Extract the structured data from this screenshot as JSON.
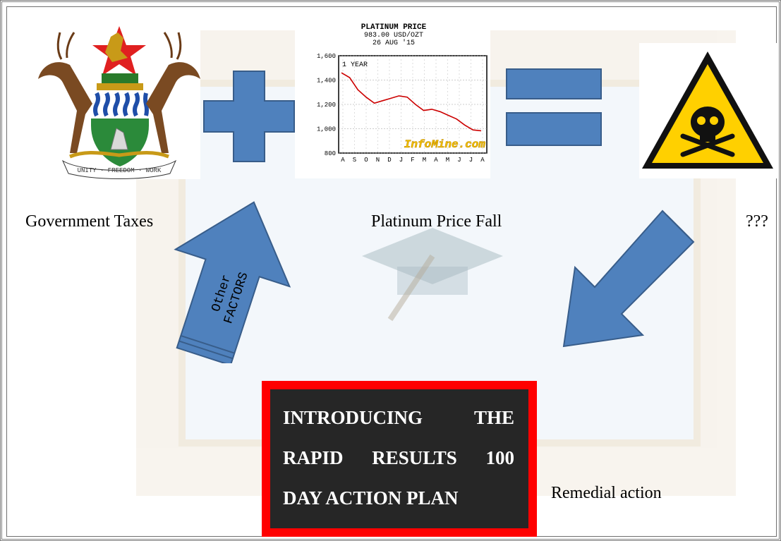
{
  "labels": {
    "taxes": "Government Taxes",
    "price_fall": "Platinum Price Fall",
    "unknown": "???",
    "remedial": "Remedial action"
  },
  "arrow_text": {
    "line1": "Other",
    "line2": "FACTORS"
  },
  "emblem": {
    "motto": "UNITY · FREEDOM · WORK"
  },
  "callout": {
    "line1": "INTRODUCING THE",
    "line2": "RAPID RESULTS 100",
    "line3": "DAY ACTION PLAN",
    "border_color": "#ff0000",
    "background_color": "#262626"
  },
  "colors": {
    "arrow_fill": "#4f81bd",
    "arrow_stroke": "#385d8a",
    "hazard": "#ffd000",
    "chart_line": "#cc0000"
  },
  "icons": [
    "coat-of-arms-icon",
    "plus-icon",
    "equals-icon",
    "skull-hazard-icon",
    "arrow-up-icon",
    "arrow-down-left-icon"
  ],
  "chart_data": {
    "type": "line",
    "title": "PLATINUM PRICE",
    "subtitle": "983.00 USD/OZT",
    "date": "26 AUG '15",
    "period_label": "1 YEAR",
    "watermark": "InfoMine.com",
    "categories": [
      "A",
      "S",
      "O",
      "N",
      "D",
      "J",
      "F",
      "M",
      "A",
      "M",
      "J",
      "J",
      "A"
    ],
    "y_ticks": [
      "1,600",
      "1,400",
      "1,200",
      "1,000",
      "800"
    ],
    "ylim": [
      800,
      1600
    ],
    "grid": true,
    "series": [
      {
        "values": [
          1460,
          1420,
          1320,
          1260,
          1210,
          1230,
          1250,
          1270,
          1260,
          1200,
          1150,
          1160,
          1140,
          1110,
          1080,
          1030,
          990,
          983
        ]
      }
    ]
  }
}
